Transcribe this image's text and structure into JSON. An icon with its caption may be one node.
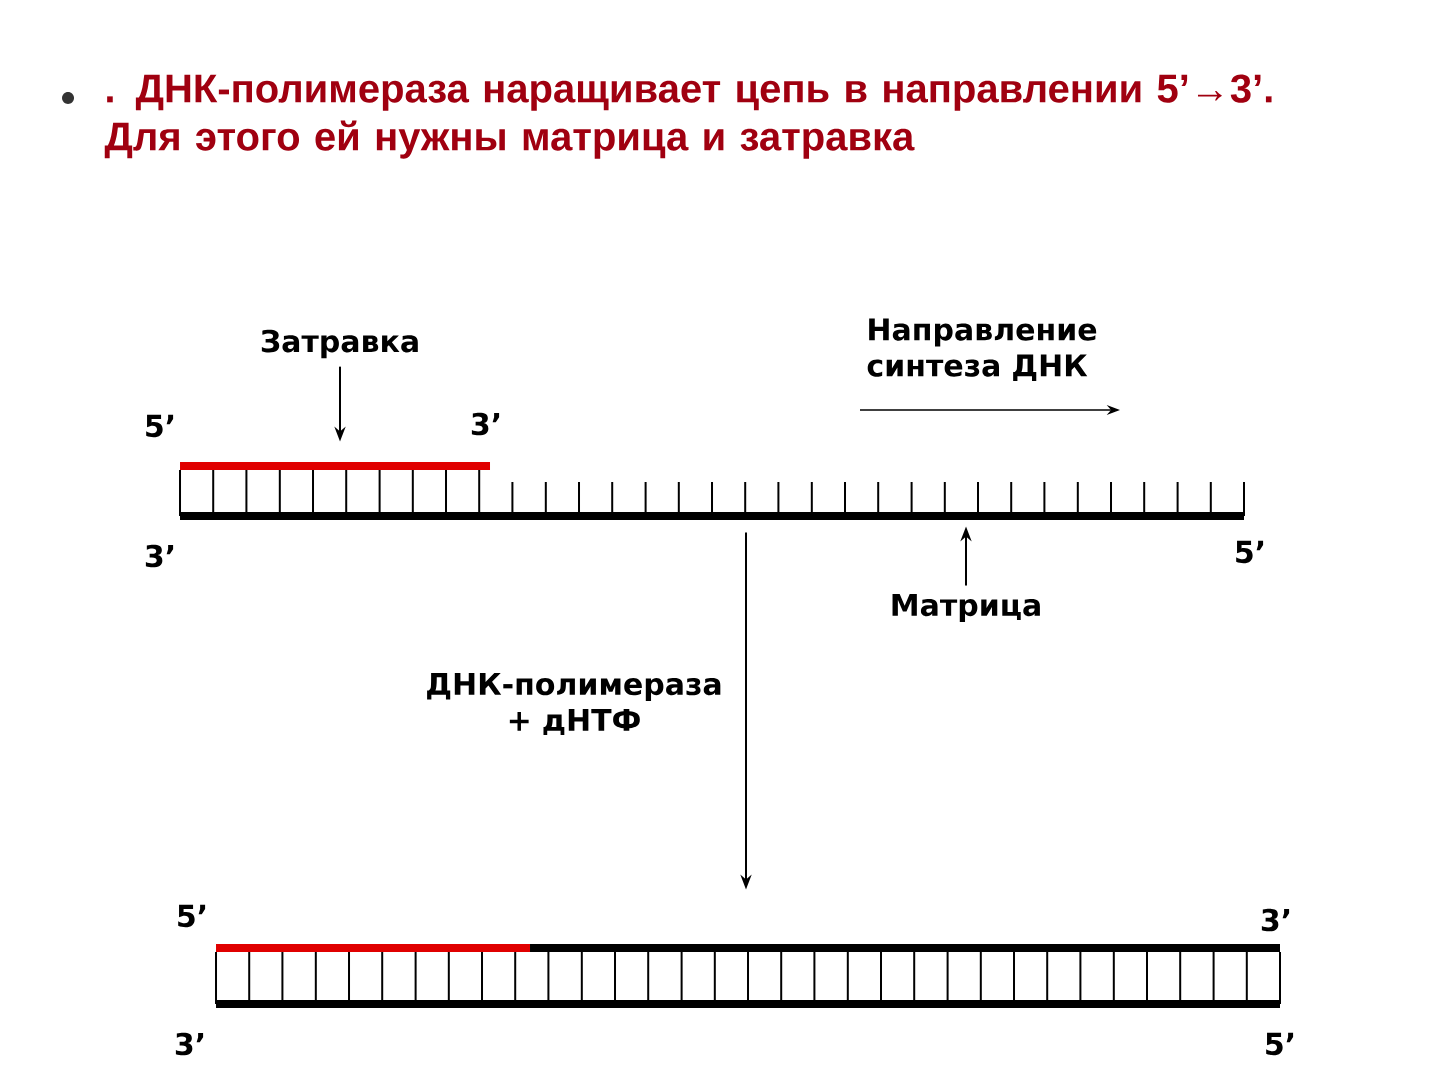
{
  "diagram": {
    "title": ". ДНК-полимераза наращивает цепь в направлении 5’→3’. Для этого ей нужны матрица и затравка",
    "nodes": [
      {
        "text": [
          "Затравка"
        ]
      },
      {
        "text": [],
        "shape": "bar"
      },
      {
        "text": [],
        "shape": "bar"
      },
      {
        "text": [
          "Матрица"
        ]
      },
      {
        "text": [],
        "shape": "bar"
      },
      {
        "text": [],
        "shape": "bar"
      },
      {
        "text": [],
        "shape": "bar"
      }
    ],
    "edges": [
      {
        "from": 0,
        "to": 1,
        "arrow": "to"
      },
      {
        "from": 3,
        "to": 2,
        "arrow": "to"
      },
      {
        "from": 2,
        "to": 5,
        "arrow": "to",
        "label": "ДНК-полимераза + дНТФ"
      }
    ],
    "labels": [
      "Направление синтеза ДНК",
      "5’",
      "3’",
      "3’",
      "5’",
      "5’",
      "3’",
      "3’",
      "5’"
    ]
  }
}
